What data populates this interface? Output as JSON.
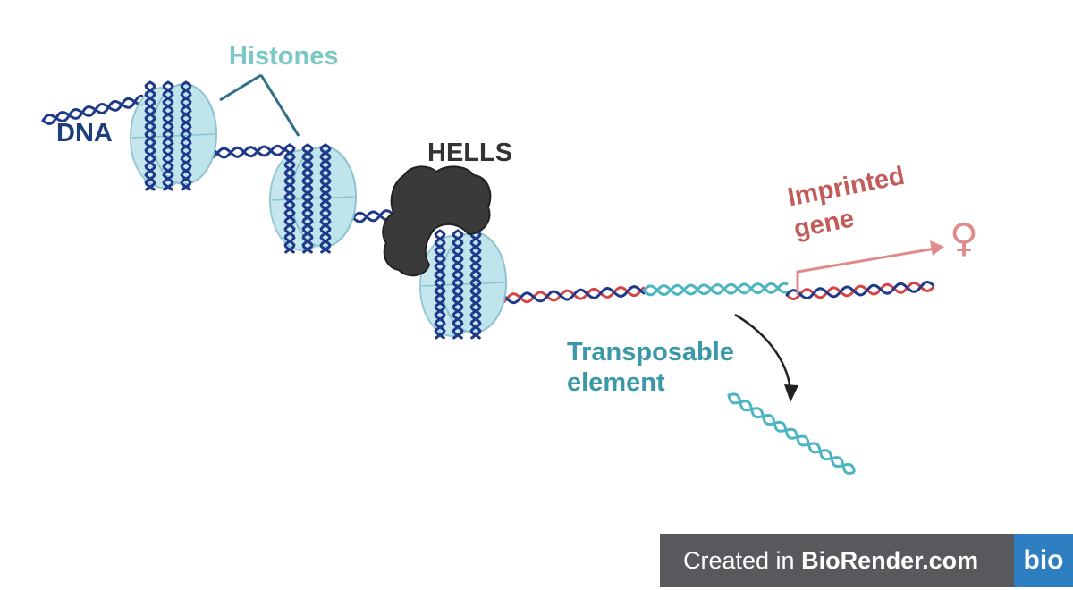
{
  "labels": {
    "histones": "Histones",
    "dna": "DNA",
    "hells": "HELLS",
    "imprinted_gene_line1": "Imprinted",
    "imprinted_gene_line2": "gene",
    "transposable_line1": "Transposable",
    "transposable_line2": "element",
    "female_symbol": "♀"
  },
  "badge": {
    "prefix": "Created in ",
    "brand": "BioRender.com",
    "logo": "bio"
  },
  "colors": {
    "dna_dark": "#1f3a8a",
    "dna_red": "#d64545",
    "transposable": "#4bb5c1",
    "histone_fill": "#bfe4ec",
    "histone_stroke": "#8cc3d1",
    "histones_label": "#7cc9c4",
    "dna_label": "#1d3f7a",
    "hells_label": "#333333",
    "hells_blob": "#3a3a3a",
    "imprinted": "#c45b5b",
    "imprinted_arrow": "#e08b8b",
    "transposable_label": "#3a98a8",
    "badge_bg": "#57595c",
    "badge_logo_bg": "#2d7fc1"
  }
}
